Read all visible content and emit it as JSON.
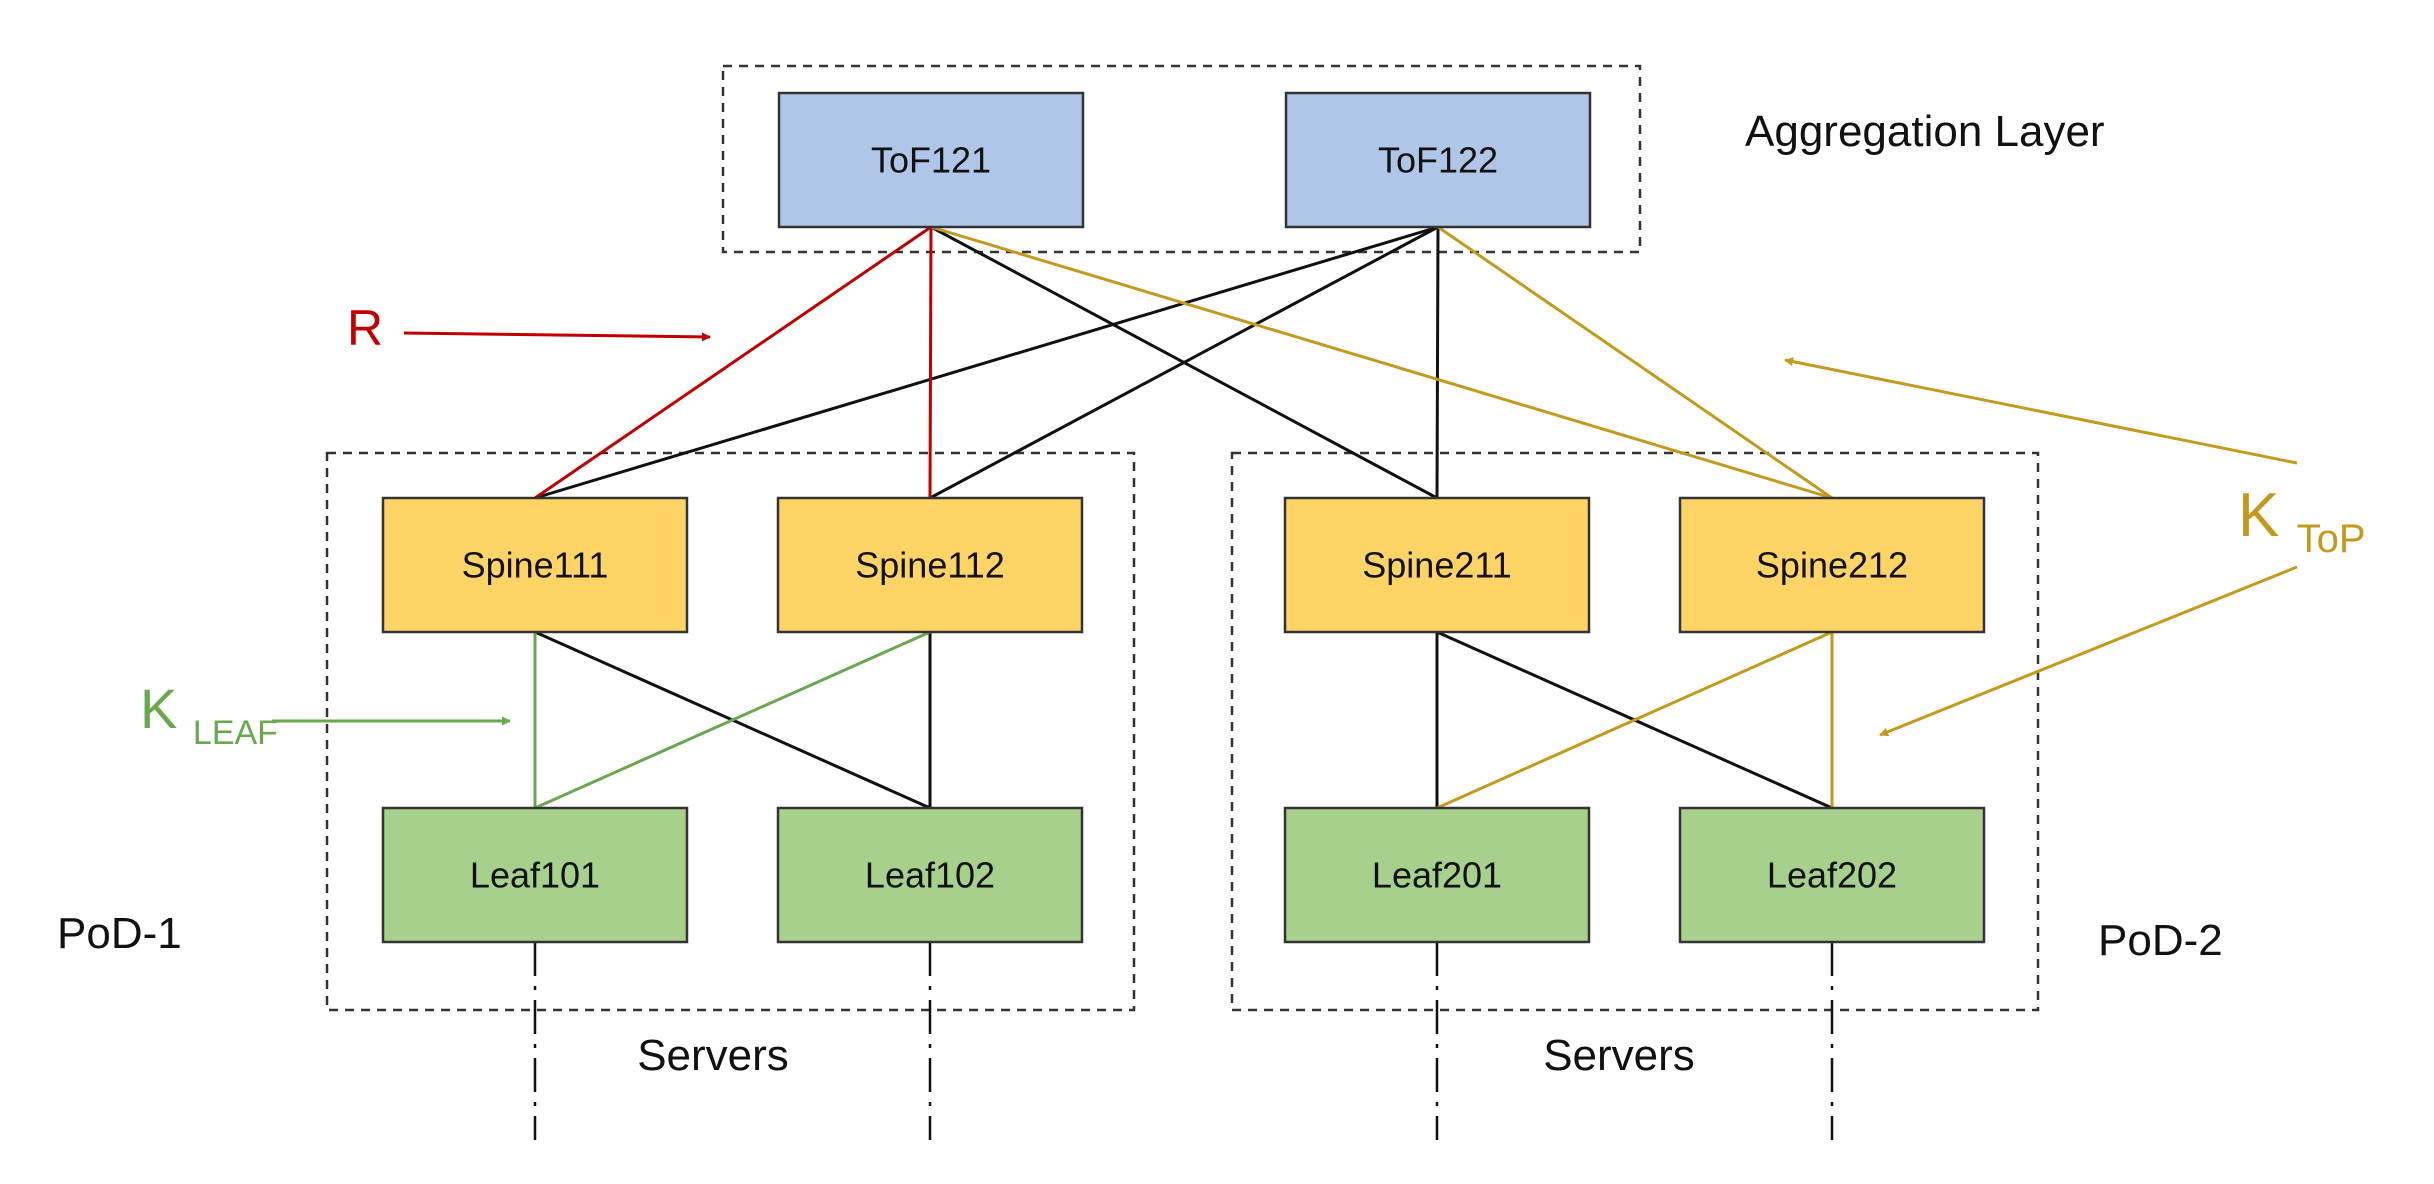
{
  "colors": {
    "tof_fill": "#b0c6e8",
    "spine_fill": "#ffd466",
    "leaf_fill": "#a8d08d",
    "node_stroke": "#333333",
    "link_default": "#111111",
    "link_r": "#c00000",
    "link_kleaf": "#6aa84f",
    "link_ktop": "#c49a1e"
  },
  "aggregation": {
    "label": "Aggregation Layer",
    "nodes": [
      {
        "id": "ToF121",
        "label": "ToF121"
      },
      {
        "id": "ToF122",
        "label": "ToF122"
      }
    ]
  },
  "pods": [
    {
      "label": "PoD-1",
      "servers_label": "Servers",
      "spines": [
        {
          "id": "Spine111",
          "label": "Spine111"
        },
        {
          "id": "Spine112",
          "label": "Spine112"
        }
      ],
      "leaves": [
        {
          "id": "Leaf101",
          "label": "Leaf101"
        },
        {
          "id": "Leaf102",
          "label": "Leaf102"
        }
      ]
    },
    {
      "label": "PoD-2",
      "servers_label": "Servers",
      "spines": [
        {
          "id": "Spine211",
          "label": "Spine211"
        },
        {
          "id": "Spine212",
          "label": "Spine212"
        }
      ],
      "leaves": [
        {
          "id": "Leaf201",
          "label": "Leaf201"
        },
        {
          "id": "Leaf202",
          "label": "Leaf202"
        }
      ]
    }
  ],
  "links": [
    {
      "from": "ToF121",
      "to": "Spine111",
      "kind": "r"
    },
    {
      "from": "ToF121",
      "to": "Spine112",
      "kind": "r"
    },
    {
      "from": "ToF121",
      "to": "Spine211",
      "kind": "default"
    },
    {
      "from": "ToF121",
      "to": "Spine212",
      "kind": "ktop"
    },
    {
      "from": "ToF122",
      "to": "Spine111",
      "kind": "default"
    },
    {
      "from": "ToF122",
      "to": "Spine112",
      "kind": "default"
    },
    {
      "from": "ToF122",
      "to": "Spine211",
      "kind": "default"
    },
    {
      "from": "ToF122",
      "to": "Spine212",
      "kind": "ktop"
    },
    {
      "from": "Spine111",
      "to": "Leaf101",
      "kind": "kleaf"
    },
    {
      "from": "Spine111",
      "to": "Leaf102",
      "kind": "default"
    },
    {
      "from": "Spine112",
      "to": "Leaf101",
      "kind": "kleaf"
    },
    {
      "from": "Spine112",
      "to": "Leaf102",
      "kind": "default"
    },
    {
      "from": "Spine211",
      "to": "Leaf201",
      "kind": "default"
    },
    {
      "from": "Spine211",
      "to": "Leaf202",
      "kind": "default"
    },
    {
      "from": "Spine212",
      "to": "Leaf201",
      "kind": "ktop"
    },
    {
      "from": "Spine212",
      "to": "Leaf202",
      "kind": "ktop"
    }
  ],
  "annotations": {
    "r": {
      "text": "R"
    },
    "kleaf": {
      "main": "K",
      "sub": "LEAF"
    },
    "ktop": {
      "main": "K",
      "sub": "ToP"
    }
  }
}
